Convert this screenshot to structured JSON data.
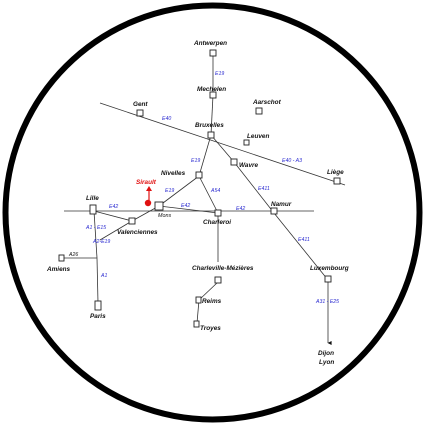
{
  "colors": {
    "frame": "#000000",
    "road_label": "#2a2ad0",
    "poi": "#e01010",
    "text": "#111111"
  },
  "cities": {
    "antwerpen": "Antwerpen",
    "mechelen": "Mechelen",
    "aarschot": "Aarschot",
    "gent": "Gent",
    "bruxelles": "Bruxelles",
    "leuven": "Leuven",
    "wavre": "Wavre",
    "liege": "Liège",
    "nivelles": "Nivelles",
    "lille": "Lille",
    "mons": "Mons",
    "charleroi": "Charleroi",
    "namur": "Namur",
    "valenciennes": "Valenciennes",
    "amiens": "Amiens",
    "charleville": "Charleville-Mézières",
    "luxembourg": "Luxembourg",
    "reims": "Reims",
    "troyes": "Troyes",
    "paris": "Paris",
    "dijon": "Dijon",
    "lyon": "Lyon"
  },
  "poi": {
    "label": "Sirault"
  },
  "roads": {
    "e19_north": "E19",
    "e40_west": "E40",
    "e40_a3": "E40 - A3",
    "e19_mid": "E19",
    "e19_south": "E19",
    "e411_north": "E411",
    "e411_south": "E411",
    "a54": "A54",
    "e42_west": "E42",
    "e42_mid": "E42",
    "e42_east": "E42",
    "a1_e15": "A1 - E15",
    "a2_e19": "A2-E19",
    "a26": "A26",
    "a1": "A1",
    "a31_e25": "A31 - E25"
  }
}
